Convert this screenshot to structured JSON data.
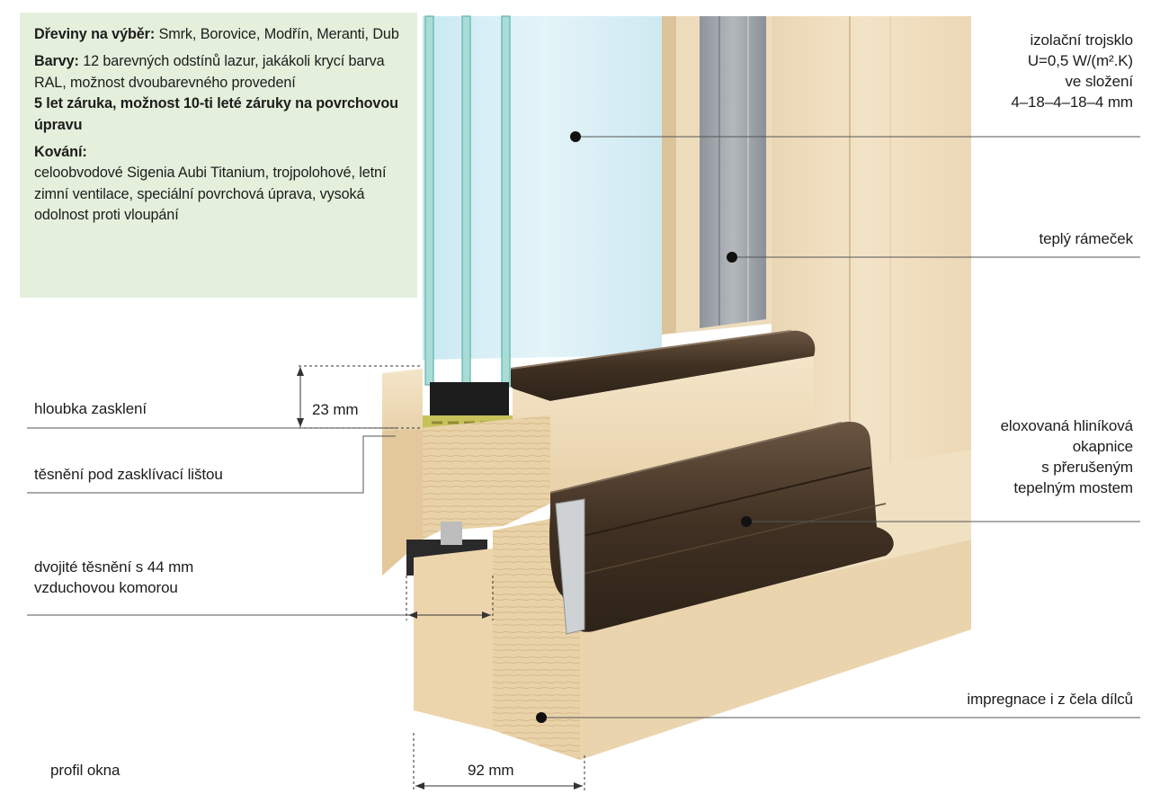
{
  "info": {
    "woods_label": "Dřeviny na výběr:",
    "woods_text": "Smrk, Borovice, Modřín, Meranti, Dub",
    "colors_label": "Barvy:",
    "colors_text": "12 barevných odstínů lazur, jakákoli krycí barva RAL, možnost dvoubarevného provedení",
    "warranty_text": "5 let záruka, možnost 10-ti leté záruky na povrchovou úpravu",
    "hardware_label": "Kování:",
    "hardware_text": "celoobvodové Sigenia Aubi Titanium, trojpolohové, letní zimní ventilace, speciální povrchová úprava, vysoká odolnost proti vloupání"
  },
  "labels": {
    "glass_line1": "izolační trojsklo",
    "glass_line2": "U=0,5 W/(m².K)",
    "glass_line3": "ve složení",
    "glass_line4": "4–18–4–18–4 mm",
    "warm_frame": "teplý rámeček",
    "glazing_depth": "hloubka zasklení",
    "glazing_depth_dim": "23 mm",
    "bead_seal": "těsnění pod zasklívací lištou",
    "drip_line1": "eloxovaná hliníková",
    "drip_line2": "okapnice",
    "drip_line3": "s přerušeným",
    "drip_line4": "tepelným mostem",
    "double_seal_line1": "dvojité těsnění s 44 mm",
    "double_seal_line2": "vzduchovou komorou",
    "impregnation": "impregnace i z čela dílců",
    "profile_caption": "profil okna",
    "profile_width_dim": "92 mm"
  },
  "colors": {
    "info_bg": "#e4efdc",
    "wood_light": "#f0dfc0",
    "wood_face": "#e7cfa5",
    "aluminium_brown": "#4a3829",
    "glass": "#d6eef5",
    "spacer_grey": "#9aa0a6",
    "leader_line": "#555555"
  }
}
